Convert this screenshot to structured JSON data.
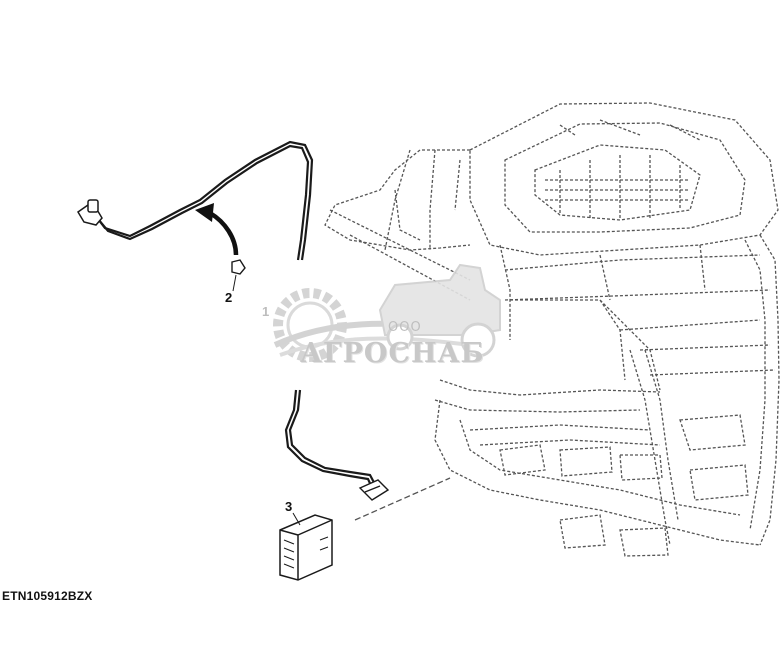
{
  "diagram": {
    "figure_id": "ETN105912BZX",
    "callouts": [
      {
        "label": "1"
      },
      {
        "label": "2"
      },
      {
        "label": "3"
      }
    ]
  },
  "watermark": {
    "prefix": "ООО",
    "company": "АГРОСНАБ",
    "color": "#c8c8c8"
  },
  "colors": {
    "line": "#1a1a1a",
    "dashed": "#555555",
    "background": "#ffffff"
  }
}
